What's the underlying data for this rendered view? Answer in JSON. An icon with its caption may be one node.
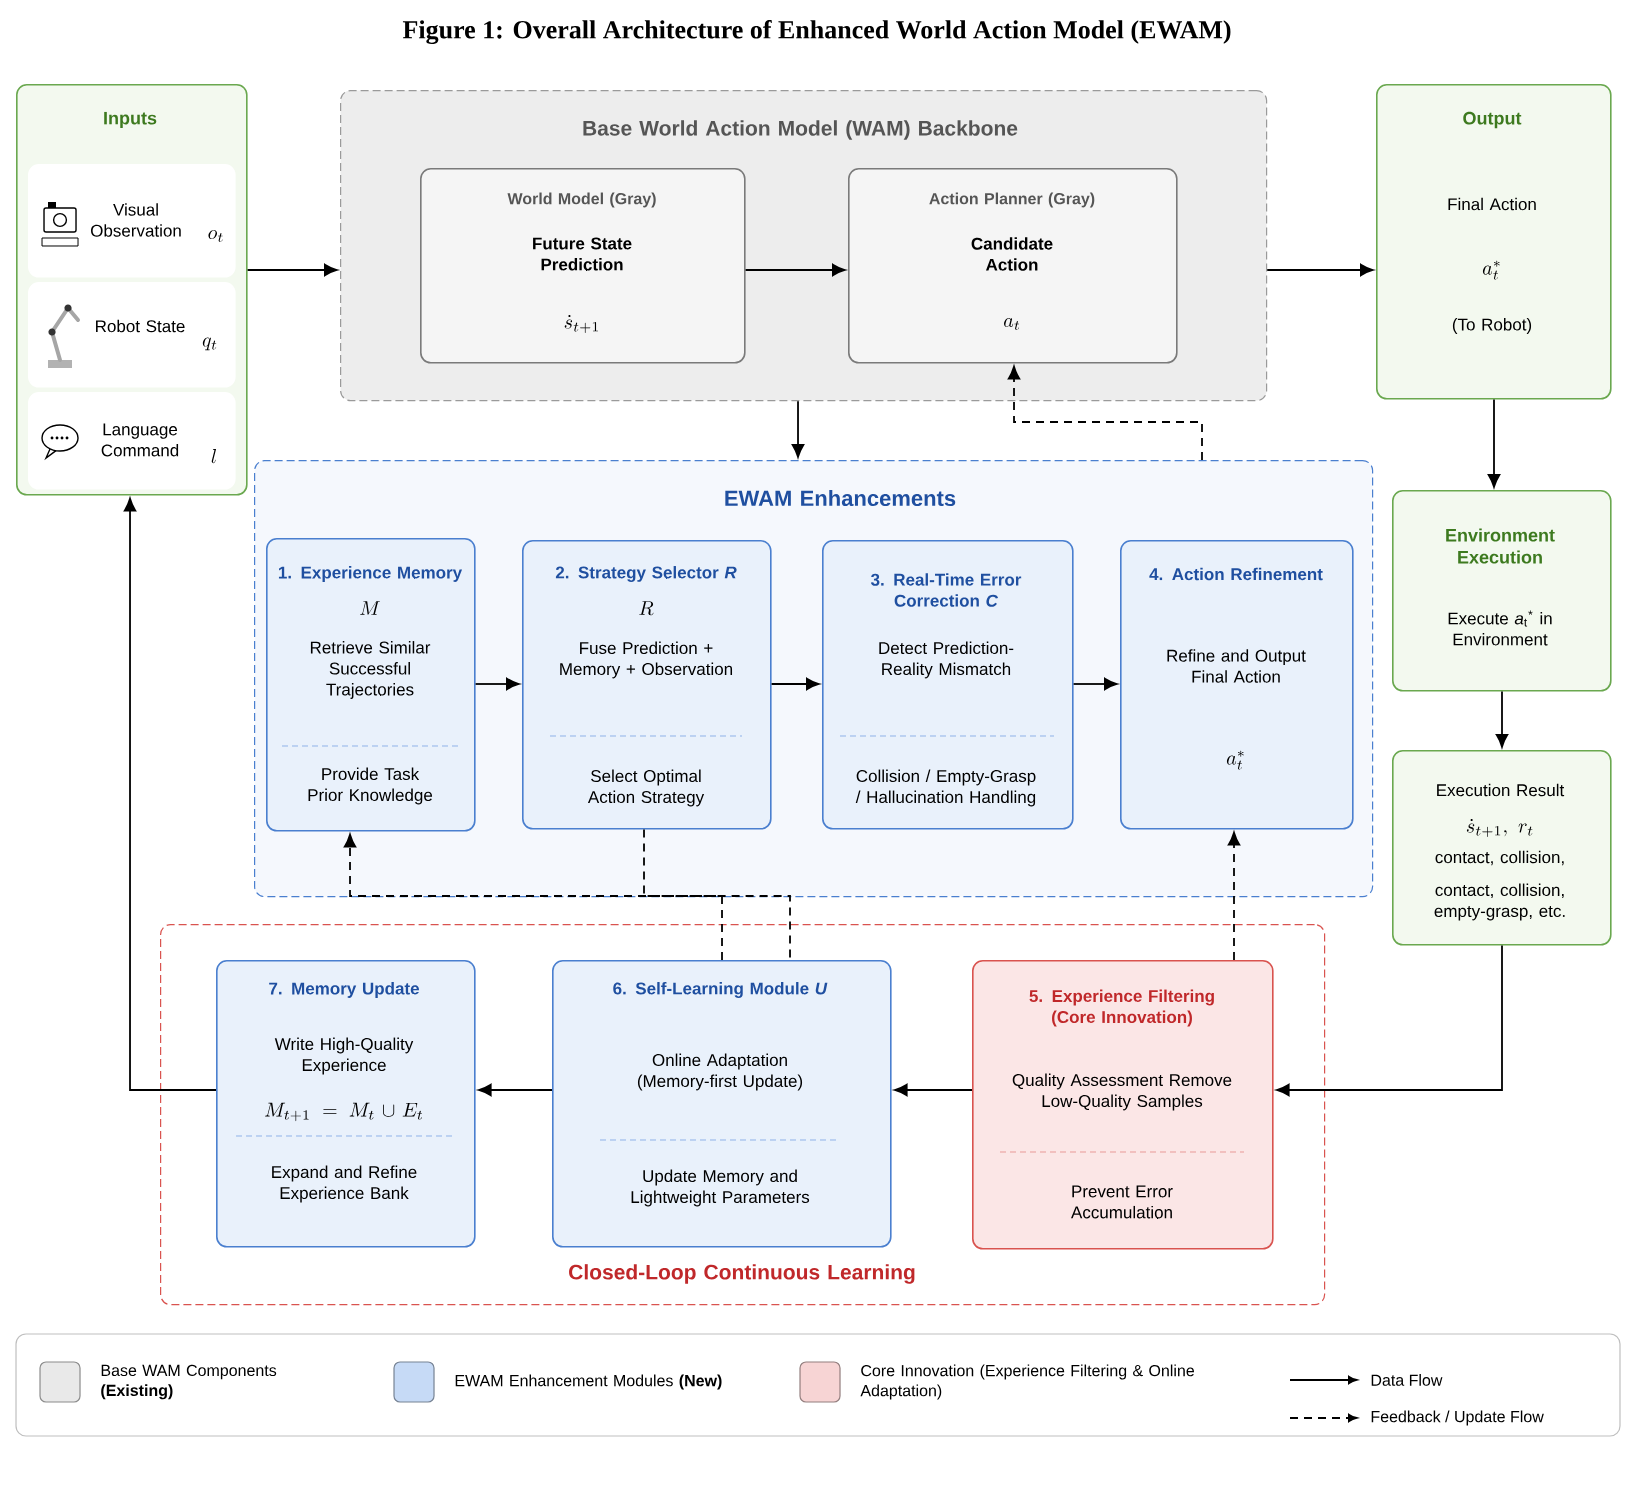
{
  "diagram": {
    "title": "Figure 1: Overall Architecture of Enhanced World Action Model (EWAM)",
    "nodes": [
      {
        "text": [
          "Inputs"
        ]
      },
      {
        "text": [
          "Visual Observation",
          "o_t"
        ],
        "in": 0
      },
      {
        "text": [
          "Robot State",
          "q_t"
        ],
        "in": 0
      },
      {
        "text": [
          "Language Command",
          "l"
        ],
        "in": 0
      },
      {
        "text": [
          "Base World Action Model (WAM) Backbone"
        ]
      },
      {
        "text": [
          "World Model (Gray)",
          "Future State Prediction",
          "\\dot{s}_{t+1}"
        ],
        "in": 4
      },
      {
        "text": [
          "Action Planner (Gray)",
          "Candidate Action",
          "a_t"
        ],
        "in": 4
      },
      {
        "text": [
          "Output",
          "Final Action",
          "a_t^*",
          "(To Robot)"
        ]
      },
      {
        "text": [
          "Environment Execution",
          "Execute *a*$_{t}$$^{*}$ in Environment"
        ]
      },
      {
        "text": [
          "Execution Result",
          "\\dot{s}_{t+1},\\ r_t",
          "contact, collision,",
          "contact, collision, empty-grasp, etc."
        ]
      },
      {
        "text": [
          "EWAM Enhancements"
        ]
      },
      {
        "text": [
          "1. Experience Memory",
          "M",
          "Retrieve Similar Successful Trajectories",
          "Provide Task Prior Knowledge"
        ],
        "in": 10
      },
      {
        "text": [
          "2. Strategy Selector *R*",
          "R",
          "Fuse Prediction + Memory + Observation",
          "Select Optimal Action Strategy"
        ],
        "in": 10
      },
      {
        "text": [
          "3. Real-Time Error Correction *C*",
          "Detect Prediction-Reality Mismatch",
          "Collision / Empty-Grasp / Hallucination Handling"
        ],
        "in": 10
      },
      {
        "text": [
          "4. Action Refinement",
          "Refine and Output Final Action",
          "a_t^*"
        ],
        "in": 10
      },
      {
        "text": [
          "Closed-Loop Continuous Learning"
        ]
      },
      {
        "text": [
          "7. Memory Update",
          "Write High-Quality Experience",
          "M_{t+1} = M_t \\cup E_t",
          "Expand and Refine Experience Bank"
        ],
        "in": 15
      },
      {
        "text": [
          "6. Self-Learning Module *U*",
          "Online Adaptation (Memory-first Update)",
          "Update Memory and Lightweight Parameters"
        ],
        "in": 15
      },
      {
        "text": [
          "5. Experience Filtering (Core Innovation)",
          "Quality Assessment Remove Low-Quality Samples",
          "Prevent Error Accumulation"
        ],
        "in": 15
      }
    ],
    "edges": [
      {
        "from": 0,
        "to": 4,
        "arrow": "to"
      },
      {
        "from": 5,
        "to": 6,
        "arrow": "to"
      },
      {
        "from": 4,
        "to": 7,
        "arrow": "to"
      },
      {
        "from": 4,
        "to": 10,
        "arrow": "to"
      },
      {
        "from": 10,
        "to": 6,
        "arrow": "to",
        "style": "dashed"
      },
      {
        "from": 11,
        "to": 12,
        "arrow": "to"
      },
      {
        "from": 12,
        "to": 13,
        "arrow": "to"
      },
      {
        "from": 13,
        "to": 14,
        "arrow": "to"
      },
      {
        "from": 7,
        "to": 8,
        "arrow": "to"
      },
      {
        "from": 8,
        "to": 9,
        "arrow": "to"
      },
      {
        "from": 9,
        "to": 18,
        "arrow": "to"
      },
      {
        "from": 18,
        "to": 17,
        "arrow": "to"
      },
      {
        "from": 17,
        "to": 16,
        "arrow": "to"
      },
      {
        "from": 16,
        "to": 0,
        "arrow": "to"
      },
      {
        "from": 17,
        "to": 11,
        "arrow": "to",
        "style": "dashed"
      },
      {
        "from": 12,
        "to": 17,
        "arrow": "none",
        "style": "dashed"
      },
      {
        "from": 18,
        "to": 14,
        "arrow": "to",
        "style": "dashed"
      }
    ],
    "legend": [
      {
        "text": "Base WAM Components **(Existing)**",
        "color": "#e9e9e9"
      },
      {
        "text": "EWAM Enhancement Modules **(New)**",
        "color": "#c6daf6"
      },
      {
        "text": "Core Innovation (Experience Filtering & Online Adaptation)",
        "color": "#f7d4d4"
      },
      {
        "text": "Data Flow"
      },
      {
        "text": "Feedback / Update Flow"
      }
    ]
  }
}
